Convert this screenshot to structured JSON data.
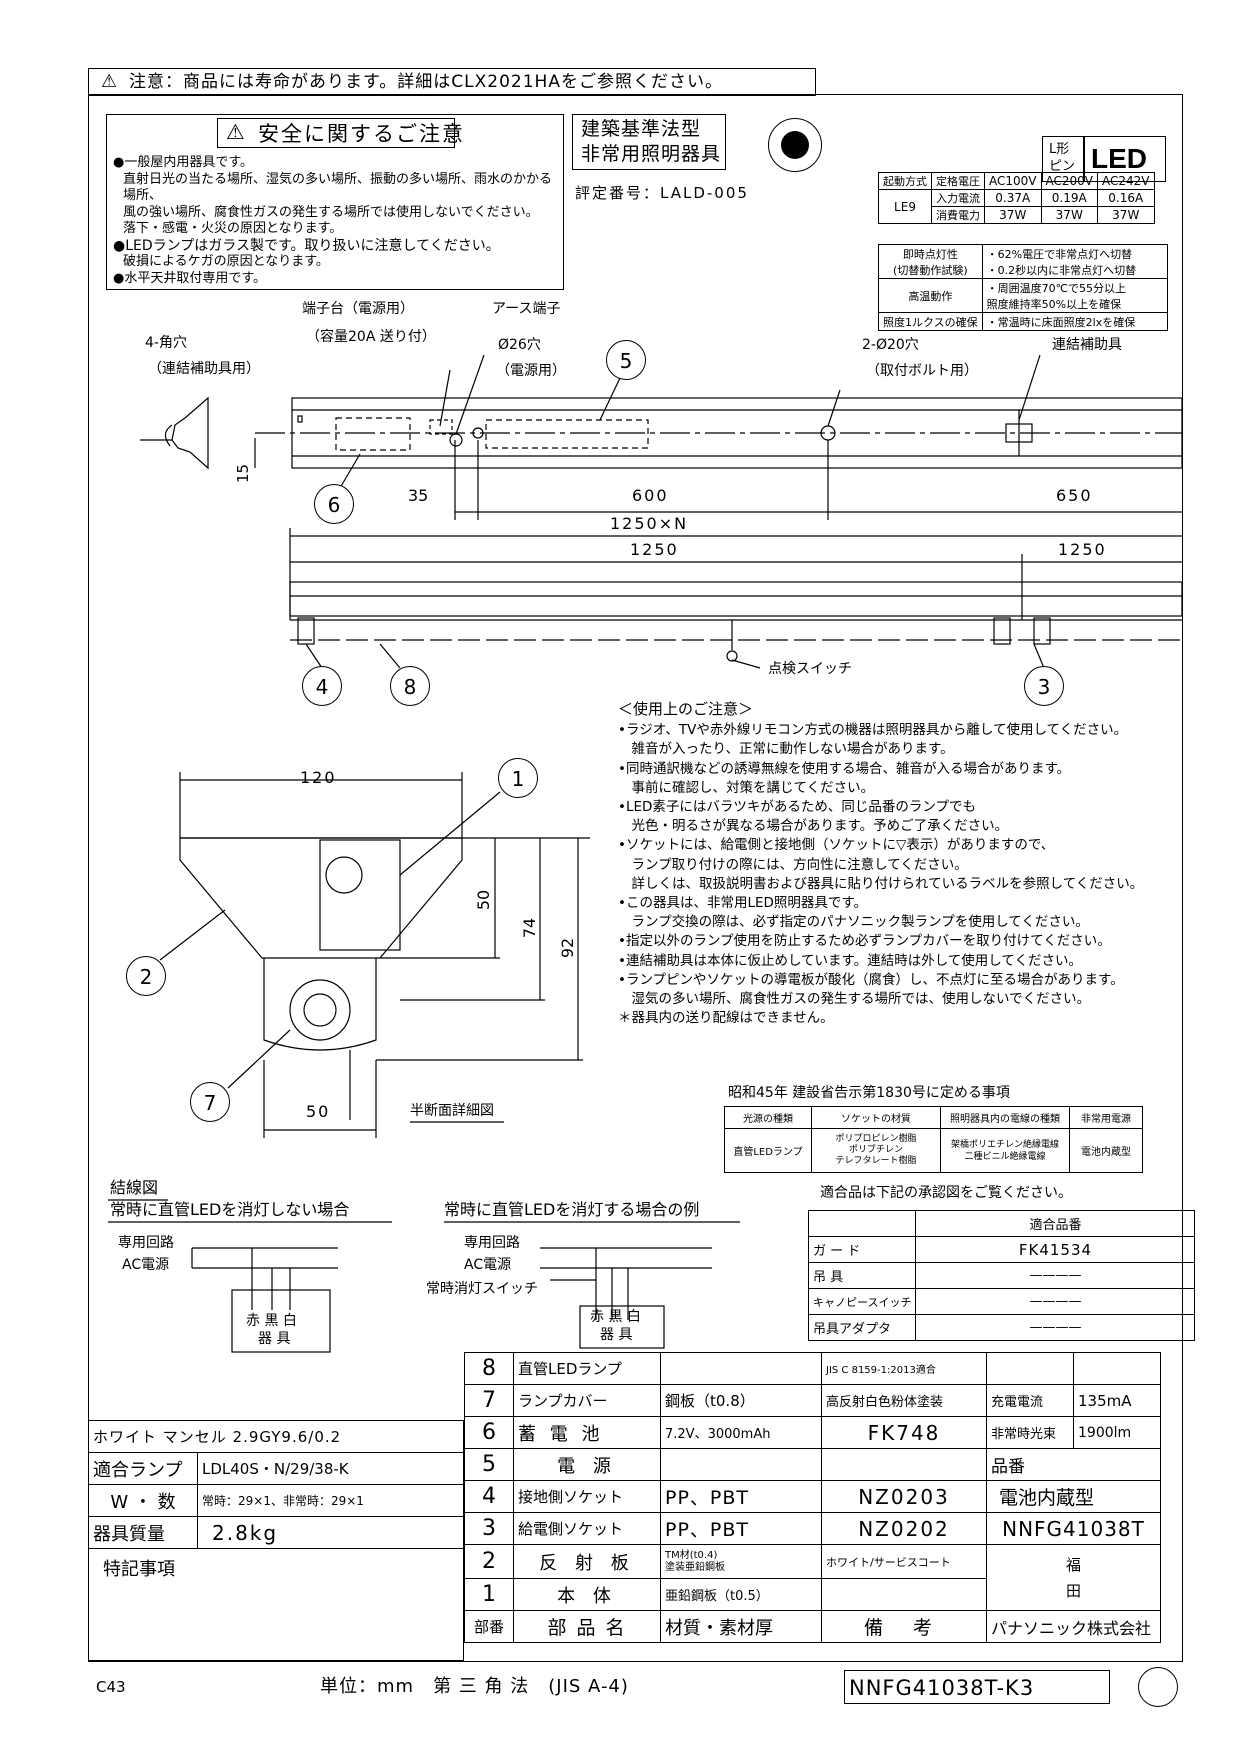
{
  "header": {
    "notice": "注意：商品には寿命があります。詳細はCLX2021HAをご参照ください。",
    "safety_title": "安全に関するご注意",
    "safety_lines": [
      "●一般屋内用器具です。",
      "直射日光の当たる場所、湿気の多い場所、振動の多い場所、雨水のかかる場所、",
      "風の強い場所、腐食性ガスの発生する場所では使用しないでください。",
      "落下・感電・火災の原因となります。",
      "●LEDランプはガラス製です。取り扱いに注意してください。",
      "破損によるケガの原因となります。",
      "●水平天井取付専用です。"
    ],
    "building_type_line1": "建築基準法型",
    "building_type_line2": "非常用照明器具",
    "approval_no": "評定番号：LALD-005",
    "badge_pin": "L形\nピン",
    "badge_led": "LED"
  },
  "spec_table": {
    "headers": [
      "起動方式",
      "定格電圧",
      "AC100V",
      "AC200V",
      "AC242V"
    ],
    "model": "LE9",
    "rows": [
      {
        "label": "入力電流",
        "values": [
          "0.37A",
          "0.19A",
          "0.16A"
        ]
      },
      {
        "label": "消費電力",
        "values": [
          "37W",
          "37W",
          "37W"
        ]
      }
    ]
  },
  "perf_table": [
    {
      "label": "即時点灯性\n(切替動作試験)",
      "value": "・62%電圧で非常点灯へ切替\n・0.2秒以内に非常点灯へ切替"
    },
    {
      "label": "高温動作",
      "value": "・周囲温度70℃で55分以上\n照度維持率50%以上を確保"
    },
    {
      "label": "照度1ルクスの確保",
      "value": "・常温時に床面照度2lxを確保"
    }
  ],
  "drawing": {
    "terminal_label": "端子台（電源用）",
    "terminal_sub": "（容量20A 送り付）",
    "earth_label": "アース端子",
    "hole26": "Ø26穴",
    "hole26_sub": "（電源用）",
    "square_holes": "4-角穴",
    "square_sub": "（連結補助具用）",
    "bolt_holes": "2-Ø20穴",
    "bolt_sub": "（取付ボルト用）",
    "aux_label": "連結補助具",
    "dim_15": "15",
    "dim_35": "35",
    "dim_600": "600",
    "dim_650": "650",
    "dim_1250n": "1250×N",
    "dim_1250a": "1250",
    "dim_1250b": "1250",
    "check_switch": "点検スイッチ",
    "dim_120": "120",
    "dim_50v": "50",
    "dim_74": "74",
    "dim_92": "92",
    "dim_50h": "50",
    "section_label": "半断面詳細図",
    "callouts": [
      "1",
      "2",
      "3",
      "4",
      "5",
      "6",
      "7",
      "8"
    ]
  },
  "usage": {
    "title": "＜使用上のご注意＞",
    "lines": [
      "•ラジオ、TVや赤外線リモコン方式の機器は照明器具から離して使用してください。",
      "　雑音が入ったり、正常に動作しない場合があります。",
      "•同時通訳機などの誘導無線を使用する場合、雑音が入る場合があります。",
      "　事前に確認し、対策を講じてください。",
      "•LED素子にはバラツキがあるため、同じ品番のランプでも",
      "　光色・明るさが異なる場合があります。予めご了承ください。",
      "•ソケットには、給電側と接地側（ソケットに▽表示）がありますので、",
      "　ランプ取り付けの際には、方向性に注意してください。",
      "　詳しくは、取扱説明書および器具に貼り付けられているラベルを参照してください。",
      "•この器具は、非常用LED照明器具です。",
      "　ランプ交換の際は、必ず指定のパナソニック製ランプを使用してください。",
      "•指定以外のランプ使用を防止するため必ずランプカバーを取り付けてください。",
      "•連結補助具は本体に仮止めしています。連結時は外して使用してください。",
      "•ランプピンやソケットの導電板が酸化（腐食）し、不点灯に至る場合があります。",
      "　湿気の多い場所、腐食性ガスの発生する場所では、使用しないでください。",
      "＊器具内の送り配線はできません。"
    ]
  },
  "notice_1830": {
    "title": "昭和45年 建設省告示第1830号に定める事項",
    "headers": [
      "光源の種類",
      "ソケットの材質",
      "照明器具内の電線の種類",
      "非常用電源"
    ],
    "row": [
      "直管LEDランプ",
      "ポリプロピレン樹脂\nポリブチレン\nテレフタレート樹脂",
      "架橋ポリエチレン絶縁電線\n二種ビニル絶縁電線",
      "電池内蔵型"
    ]
  },
  "wiring": {
    "title": "結線図",
    "case1": "常時に直管LEDを消灯しない場合",
    "case2": "常時に直管LEDを消灯する場合の例",
    "circuit": "専用回路",
    "ac": "AC電源",
    "switch": "常時消灯スイッチ",
    "colors": "赤 黒 白",
    "device": "器 具"
  },
  "compat": {
    "note": "適合品は下記の承認図をご覧ください。",
    "header": "適合品番",
    "rows": [
      {
        "label": "ガ ー ド",
        "value": "FK41534"
      },
      {
        "label": "吊 具",
        "value": "————"
      },
      {
        "label": "キャノピースイッチ",
        "value": "————"
      },
      {
        "label": "吊具アダプタ",
        "value": "————"
      }
    ]
  },
  "parts": [
    {
      "no": "8",
      "name": "直管LEDランプ",
      "material": "",
      "remark": "JIS C 8159-1:2013適合"
    },
    {
      "no": "7",
      "name": "ランプカバー",
      "material": "鋼板（t0.8）",
      "remark": "高反射白色粉体塗装"
    },
    {
      "no": "6",
      "name": "蓄 電 池",
      "material": "7.2V、3000mAh",
      "remark": "FK748"
    },
    {
      "no": "5",
      "name": "電 源",
      "material": "",
      "remark": ""
    },
    {
      "no": "4",
      "name": "接地側ソケット",
      "material": "PP、PBT",
      "remark": "NZ0203"
    },
    {
      "no": "3",
      "name": "給電側ソケット",
      "material": "PP、PBT",
      "remark": "NZ0202"
    },
    {
      "no": "2",
      "name": "反 射 板",
      "material": "TM材(t0.4)\n塗装亜鉛鋼板",
      "remark": "ホワイト/サービスコート"
    },
    {
      "no": "1",
      "name": "本 体",
      "material": "亜鉛鋼板（t0.5）",
      "remark": ""
    }
  ],
  "parts_header": {
    "no": "部番",
    "name": "部 品 名",
    "material": "材質・素材厚",
    "remark": "備 考",
    "maker": "パナソニック株式会社"
  },
  "right_info": {
    "charge_label": "充電電流",
    "charge_value": "135mA",
    "flux_label": "非常時光束",
    "flux_value": "1900lm",
    "hinban_label": "品番",
    "type": "電池内蔵型",
    "model": "NNFG41038T",
    "drafter1": "福",
    "drafter2": "田"
  },
  "left_info": {
    "color": "ホワイト マンセル 2.9GY9.6/0.2",
    "lamp_label": "適合ランプ",
    "lamp_value": "LDL40S・N/29/38-K",
    "w_label": "W ・ 数",
    "w_value": "常時：29×1、非常時：29×1",
    "mass_label": "器具質量",
    "mass_value": "2.8kg",
    "special_label": "特記事項"
  },
  "footer": {
    "code": "C43",
    "unit": "単位：mm　第 三 角 法　(JIS A-4)",
    "drawing_no": "NNFG41038T-K3"
  }
}
